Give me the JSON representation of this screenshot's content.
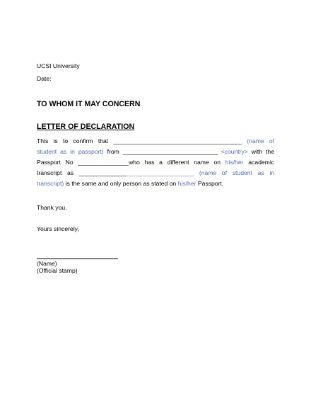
{
  "letter": {
    "university": "UCSI University",
    "date_label": "Date:",
    "concern_heading": "TO WHOM IT MAY CONCERN",
    "declaration_heading": "LETTER OF DECLARATION",
    "body": {
      "l1_a": "This",
      "l1_b": "is",
      "l1_c": "to",
      "l1_d": "confirm",
      "l1_e": "that",
      "l1_blank": "______________________________________",
      "l1_f": "(name",
      "l1_g": "of",
      "l2_a": "student as in passport)",
      "l2_b": "from",
      "l2_blank": "____________________________",
      "l2_c": "<country>",
      "l2_d": "with",
      "l2_e": "the",
      "l3_a": "Passport",
      "l3_b": "No",
      "l3_blank": "_______________",
      "l3_c": "who",
      "l3_d": "has",
      "l3_e": "a",
      "l3_f": "different",
      "l3_g": "name",
      "l3_h": "on",
      "l3_i": "his/her",
      "l3_j": "academic",
      "l4_a": "transcript",
      "l4_b": "as",
      "l4_blank_black": "______________",
      "l4_blank_blue": "____________________",
      "l4_c": "(name",
      "l4_d": "of",
      "l4_e": "student",
      "l4_f": "as",
      "l4_g": "in",
      "l5_a": "transcript)",
      "l5_b": "is the same and only person as stated on",
      "l5_c": "his/her",
      "l5_d": "Passport."
    },
    "thank_you": "Thank you.",
    "closing": "Yours sincerely,",
    "signature_name": "(Name)",
    "signature_stamp": "(Official stamp)"
  },
  "colors": {
    "text": "#000000",
    "template_hint": "#4f6fa8"
  }
}
